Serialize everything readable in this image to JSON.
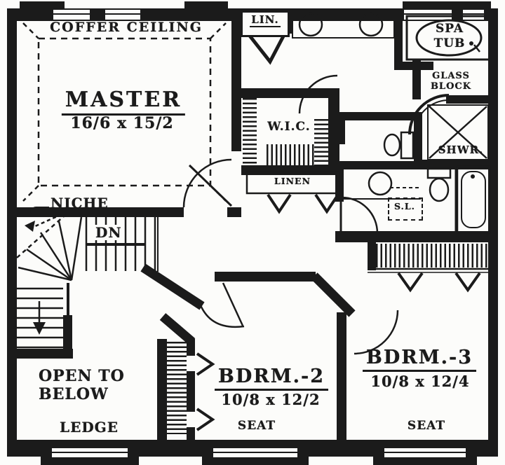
{
  "plan": {
    "colors": {
      "ink": "#1b1b1b",
      "paper": "#fcfcfa"
    },
    "labels": {
      "coffer_ceiling": "COFFER CEILING",
      "niche": "NICHE",
      "dn": "DN",
      "lin": "LIN.",
      "wic": "W.I.C.",
      "linen": "LINEN",
      "spa_line1": "SPA",
      "spa_line2": "TUB",
      "glass_line1": "GLASS",
      "glass_line2": "BLOCK",
      "shwr": "SHWR.",
      "sl": "S.L.",
      "open_line1": "OPEN TO",
      "open_line2": "BELOW",
      "ledge": "LEDGE"
    },
    "rooms": {
      "master": {
        "name": "MASTER",
        "dims": "16/6 x 15/2"
      },
      "bdrm2": {
        "name": "BDRM.-2",
        "dims": "10/8 x 12/2",
        "seat": "SEAT"
      },
      "bdrm3": {
        "name": "BDRM.-3",
        "dims": "10/8 x 12/4",
        "seat": "SEAT"
      }
    }
  }
}
